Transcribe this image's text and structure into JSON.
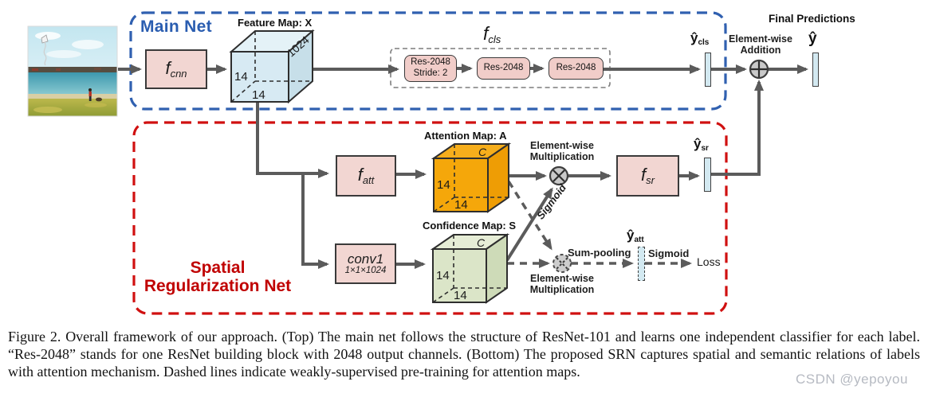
{
  "figure": {
    "main_net": {
      "title": "Main Net",
      "fcnn": {
        "base": "f",
        "sub": "cnn"
      },
      "feature_map": {
        "label": "Feature Map: X",
        "height": "14",
        "width": "14",
        "channels": "1024"
      },
      "fcls": {
        "base": "f",
        "sub": "cls"
      },
      "res_blocks": [
        {
          "line1": "Res-2048",
          "line2": "Stride: 2"
        },
        {
          "line1": "Res-2048"
        },
        {
          "line1": "Res-2048"
        }
      ],
      "y_cls": {
        "base": "ŷ",
        "sub": "cls"
      }
    },
    "output": {
      "elementwise_addition": {
        "line1": "Element-wise",
        "line2": "Addition"
      },
      "final_predictions_label": "Final Predictions",
      "y_hat": "ŷ"
    },
    "srn": {
      "title": {
        "line1": "Spatial",
        "line2": "Regularization Net"
      },
      "fatt": {
        "base": "f",
        "sub": "att"
      },
      "conv1": {
        "line1": "conv1",
        "line2": "1×1×1024"
      },
      "fsr": {
        "base": "f",
        "sub": "sr"
      },
      "attention_map": {
        "label": "Attention Map: A",
        "height": "14",
        "width": "14",
        "channels": "C"
      },
      "confidence_map": {
        "label": "Confidence Map: S",
        "height": "14",
        "width": "14",
        "channels": "C"
      },
      "elementwise_multiplication_top": {
        "line1": "Element-wise",
        "line2": "Multiplication"
      },
      "elementwise_multiplication_bottom": {
        "line1": "Element-wise",
        "line2": "Multiplication"
      },
      "sigmoid_attention_label": "Sigmoid",
      "sum_pooling_label": "Sum-pooling",
      "sigmoid_loss_label": "Sigmoid",
      "loss_label": "Loss",
      "y_sr": {
        "base": "ŷ",
        "sub": "sr"
      },
      "y_att": {
        "base": "ŷ",
        "sub": "att"
      }
    },
    "colors": {
      "main_net_blue": "#2a5db0",
      "srn_red": "#c00000",
      "block_pink": "#f2d6d2",
      "res_pink": "#f1cdc9",
      "attention_orange": "#f5a70a",
      "confidence_green": "#dbe5c8",
      "feature_map_blue": "#d7eaf3",
      "prediction_bar_blue": "#d3e9f1",
      "arrow_gray": "#5b5b5b"
    }
  },
  "caption": "Figure 2. Overall framework of our approach. (Top) The main net follows the structure of ResNet-101 and learns one independent classifier for each label. “Res-2048” stands for one ResNet building block with 2048 output channels. (Bottom) The proposed SRN captures spatial and semantic relations of labels with attention mechanism. Dashed lines indicate weakly-supervised pre-training for attention maps.",
  "watermark": "CSDN @yepoyou"
}
